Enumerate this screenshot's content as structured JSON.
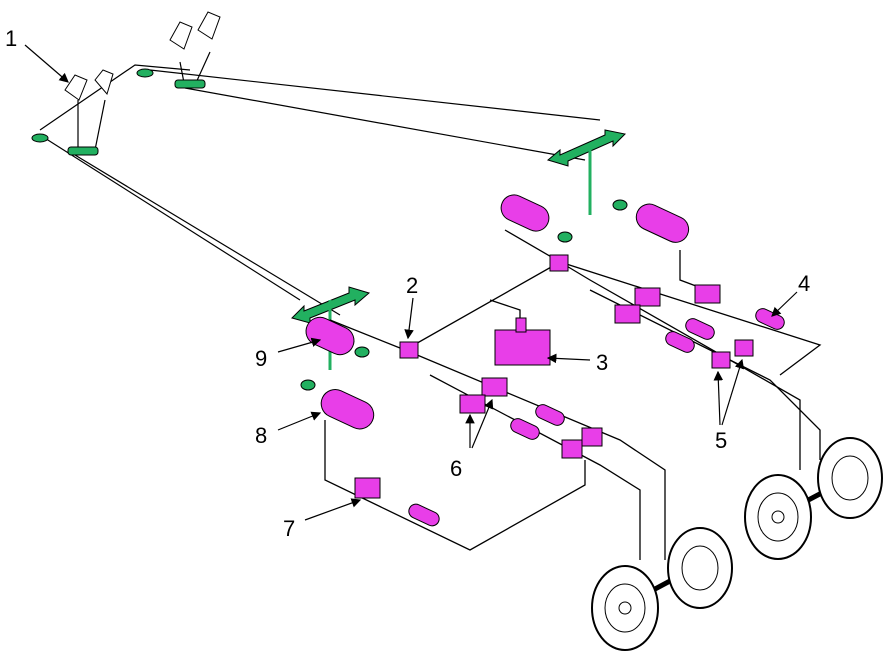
{
  "diagram": {
    "callouts": [
      "1",
      "2",
      "3",
      "4",
      "5",
      "6",
      "7",
      "8",
      "9"
    ],
    "colors": {
      "component": "#e83ee8",
      "linkage": "#22b060",
      "line": "#000000"
    }
  }
}
